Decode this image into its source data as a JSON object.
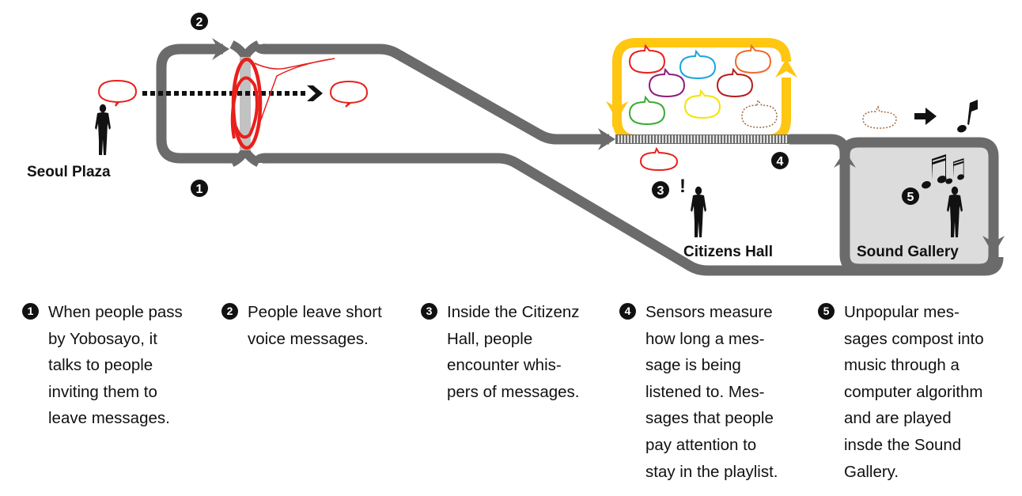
{
  "colors": {
    "path": "#6b6b6b",
    "path_light": "#c2c2c2",
    "gallery_fill": "#dcdcdc",
    "loop": "#ffc612",
    "message": "#e8201c",
    "ink": "#111111"
  },
  "places": {
    "seoul_plaza": "Seoul Plaza",
    "citizens_hall": "Citizens Hall",
    "sound_gallery": "Sound Gallery"
  },
  "markers": {
    "m1": "1",
    "m2": "2",
    "m3": "3",
    "m4": "4",
    "m5": "5",
    "exclaim": "!"
  },
  "message_bubbles": [
    {
      "name": "red",
      "color": "#e8201c"
    },
    {
      "name": "blue",
      "color": "#1aa5df"
    },
    {
      "name": "orange",
      "color": "#ef6a2b"
    },
    {
      "name": "purple",
      "color": "#8c1d7a"
    },
    {
      "name": "dark-red",
      "color": "#b71c1c"
    },
    {
      "name": "green",
      "color": "#3aaa35"
    },
    {
      "name": "yellow",
      "color": "#f2e500"
    },
    {
      "name": "faded",
      "color": "#a26a3c",
      "dotted": true
    }
  ],
  "icons": {
    "person": "person-silhouette-icon",
    "speech": "speech-bubble-icon",
    "music": "music-note-icon",
    "arrow": "arrow-right-icon"
  },
  "legend": [
    {
      "num": "1",
      "text": "When people pass\nby Yobosayo, it\ntalks to people\ninviting them to\nleave messages."
    },
    {
      "num": "2",
      "text": "People leave short\nvoice messages."
    },
    {
      "num": "3",
      "text": "Inside the Citizenz\nHall, people\nencounter whis-\npers of messages."
    },
    {
      "num": "4",
      "text": "Sensors measure\nhow long a mes-\nsage is being\nlistened to. Mes-\nsages that people\npay attention to\nstay in the playlist."
    },
    {
      "num": "5",
      "text": "Unpopular mes-\nsages compost into\nmusic through a\ncomputer algorithm\nand are played\ninsde the Sound\nGallery."
    }
  ]
}
